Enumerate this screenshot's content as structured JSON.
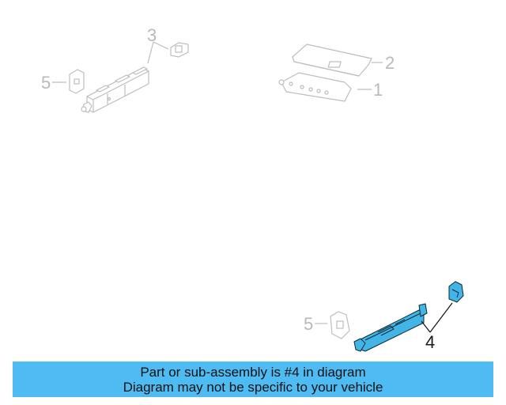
{
  "diagram": {
    "callouts": [
      {
        "number": "3",
        "state": "faded"
      },
      {
        "number": "5",
        "state": "faded"
      },
      {
        "number": "2",
        "state": "faded"
      },
      {
        "number": "1",
        "state": "faded"
      },
      {
        "number": "5",
        "state": "faded"
      },
      {
        "number": "4",
        "state": "highlighted"
      }
    ],
    "colors": {
      "faded_line": "#bdbdbd",
      "highlight_fill": "#42b4e6",
      "highlight_line": "#0b2a33",
      "banner": "#4fbbf3"
    }
  },
  "banner": {
    "line1": "Part or sub-assembly is #4 in diagram",
    "line2": "Diagram may not be specific to your vehicle"
  }
}
